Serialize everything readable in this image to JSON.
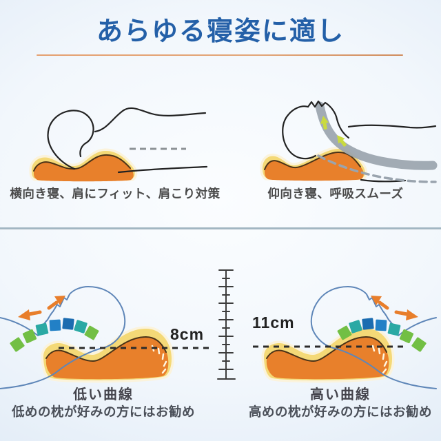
{
  "title": "あらゆる寝姿に適し",
  "sections": {
    "top": {
      "side_sleep_caption": "横向き寝、肩にフィット、肩こり対策",
      "back_sleep_caption": "仰向き寝、呼吸スムーズ"
    },
    "bottom": {
      "low": {
        "height_label": "8cm",
        "heading": "低い曲線",
        "description": "低めの枕が好みの方にはお勧め"
      },
      "high": {
        "height_label": "11cm",
        "heading": "高い曲線",
        "description": "高めの枕が好みの方にはお勧め"
      }
    }
  },
  "colors": {
    "title_blue": "#2460A8",
    "underline_orange": "#E5A070",
    "divider_gray": "#A2B6C2",
    "pillow_orange": "#E8802B",
    "pillow_yellow": "#F4D977",
    "pillow_outline_brown": "#4A3318",
    "square_green": "#72BF44",
    "square_teal": "#2AA9A4",
    "square_blue": "#2280C6",
    "square_blue_dark": "#1B6CB0",
    "arrow_orange": "#E87E2B",
    "airway_gray": "#9AA4AE",
    "airflow_yellow": "#C9DA3F",
    "figure_blue": "#5E86B8",
    "caption_gray": "#4A4A4A",
    "measure_black": "#222222"
  }
}
